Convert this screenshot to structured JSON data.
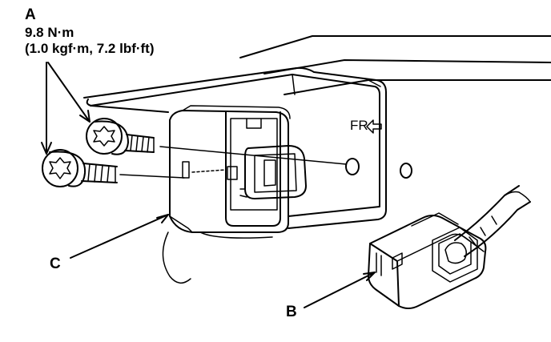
{
  "callouts": {
    "a": "A",
    "torque_nm": "9.8 N·m",
    "torque_alt": "(1.0 kgf·m, 7.2 lbf·ft)",
    "b": "B",
    "c": "C"
  },
  "direction_mark": "FR",
  "icons": {
    "direction": "arrow-left-outline-icon",
    "bolt": "torx-flange-bolt-icon"
  },
  "colors": {
    "line": "#000000",
    "background": "#ffffff"
  }
}
